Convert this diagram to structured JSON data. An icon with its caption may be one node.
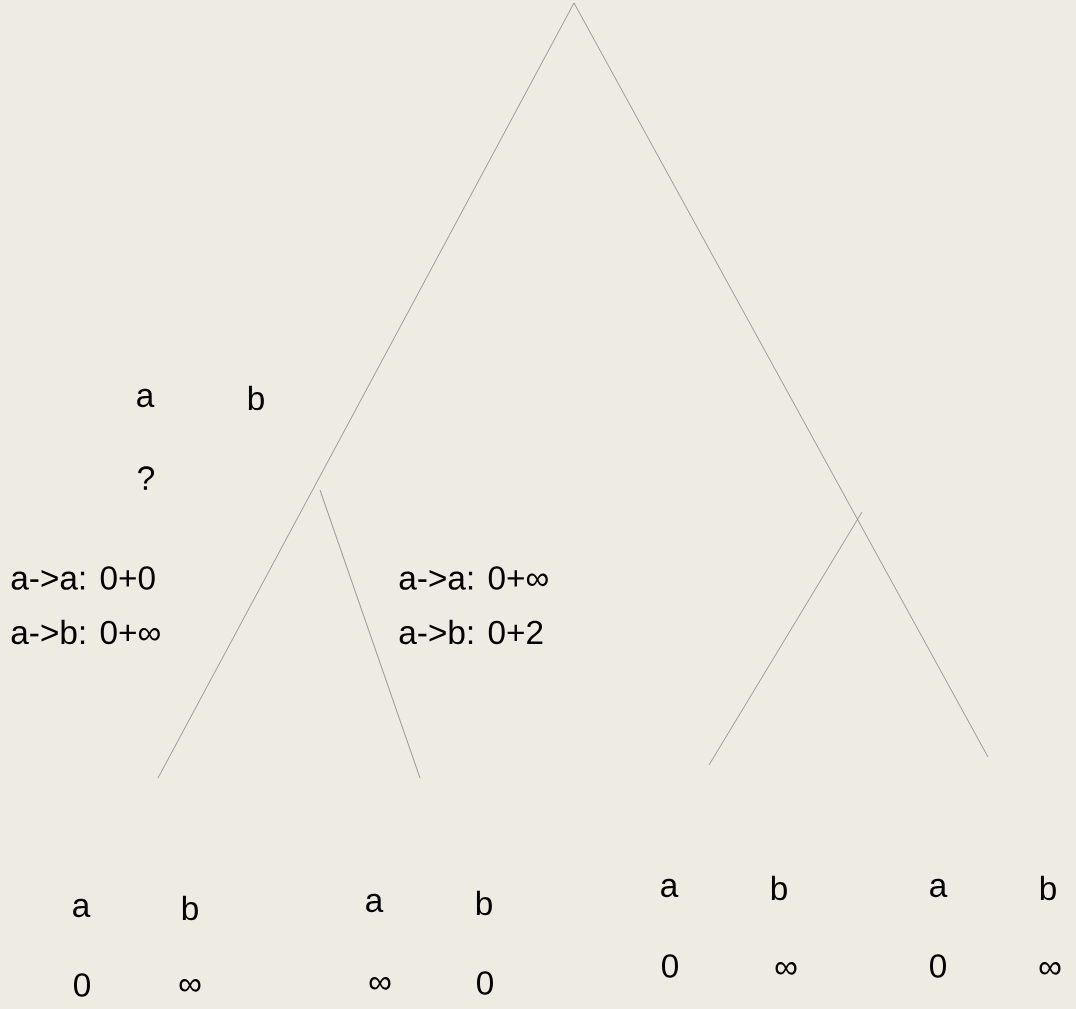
{
  "diagram": {
    "labels": [
      "a",
      "b",
      "?",
      "a->a: 0+0",
      "a->b: 0+∞",
      "a->a: 0+∞",
      "a->b: 0+2",
      "a",
      "b",
      "a",
      "b",
      "a",
      "b",
      "a",
      "b",
      "0",
      "∞",
      "∞",
      "0",
      "0",
      "∞",
      "0",
      "∞"
    ]
  }
}
